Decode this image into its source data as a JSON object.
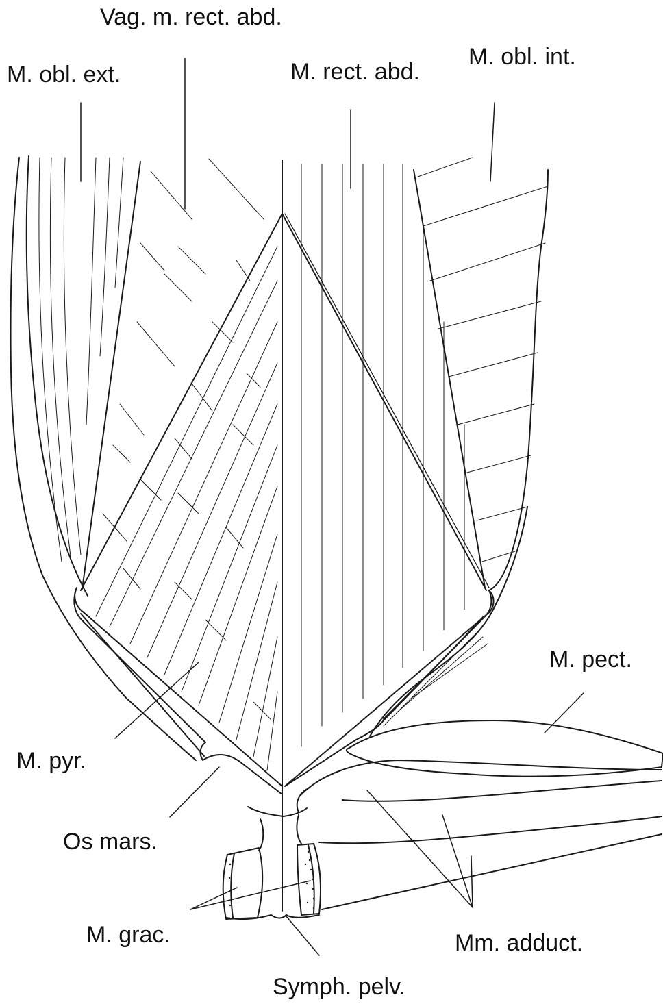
{
  "labels": {
    "vag_rect_abd": "Vag. m. rect. abd.",
    "obl_ext": "M. obl. ext.",
    "rect_abd": "M. rect. abd.",
    "obl_int": "M. obl. int.",
    "pect": "M. pect.",
    "pyr": "M. pyr.",
    "os_mars": "Os mars.",
    "grac": "M. grac.",
    "adduct": "Mm. adduct.",
    "symph": "Symph. pelv."
  },
  "colors": {
    "ink": "#1a1a1a",
    "background": "#ffffff"
  }
}
